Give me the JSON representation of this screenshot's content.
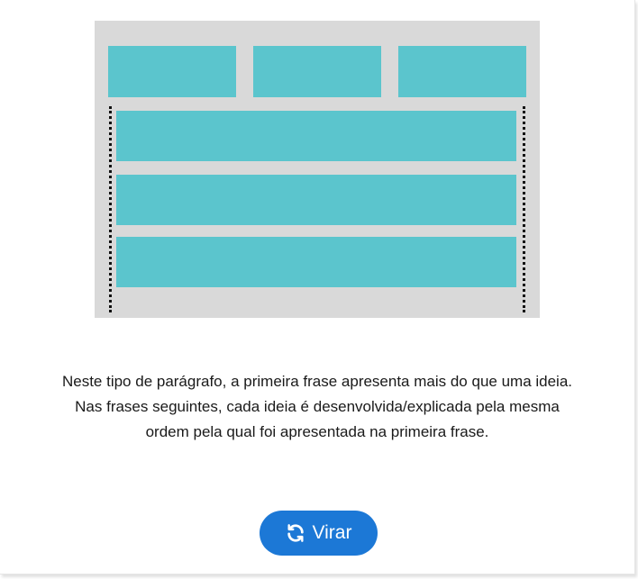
{
  "card": {
    "paragraph_lines": [
      "Neste tipo de parágrafo, a primeira frase apresenta mais do que uma ideia.",
      "Nas frases seguintes, cada ideia é desenvolvida/explicada pela mesma",
      "ordem pela qual foi apresentada na primeira frase."
    ],
    "flip_button": {
      "label": "Virar",
      "icon": "refresh-icon"
    }
  },
  "colors": {
    "diagram_background": "#d9d9d9",
    "block": "#5bc5cd",
    "button": "#1c78d6",
    "button_text": "#ffffff",
    "text": "#1a1a1a"
  }
}
